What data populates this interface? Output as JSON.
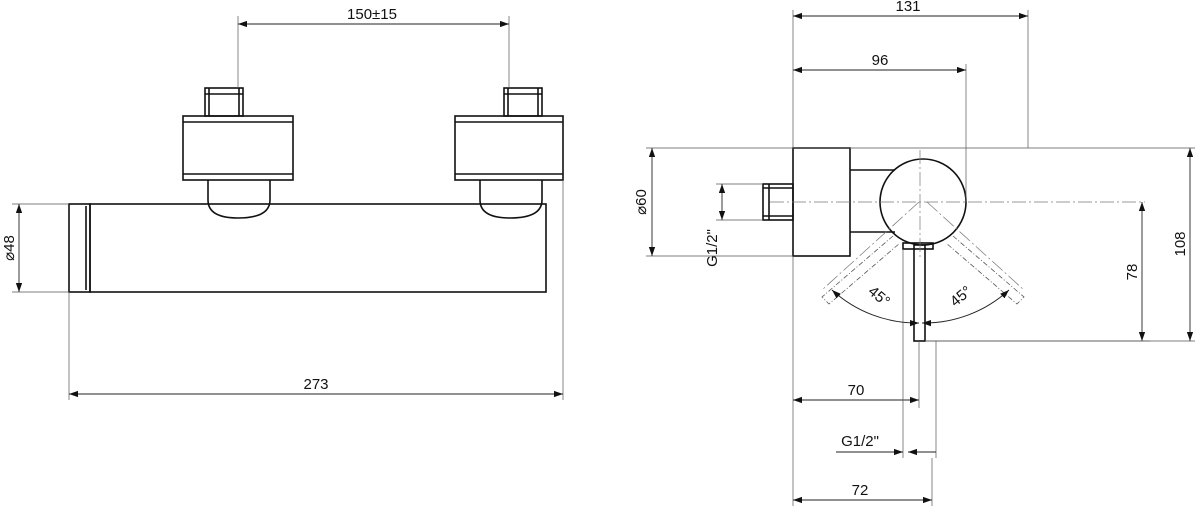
{
  "front_view": {
    "spacing_label": "150±15",
    "body_diameter_label": "⌀48",
    "total_length_label": "273"
  },
  "side_view": {
    "depth_total_label": "131",
    "depth_handle_label": "96",
    "handle_diameter_label": "⌀60",
    "inlet_thread_label": "G1/2\"",
    "angle_left_label": "45°",
    "angle_right_label": "45°",
    "height_outlet_label": "78",
    "height_total_label": "108",
    "outlet_offset_label": "70",
    "outlet_thread_label": "G1/2\"",
    "outlet_depth_label": "72"
  }
}
